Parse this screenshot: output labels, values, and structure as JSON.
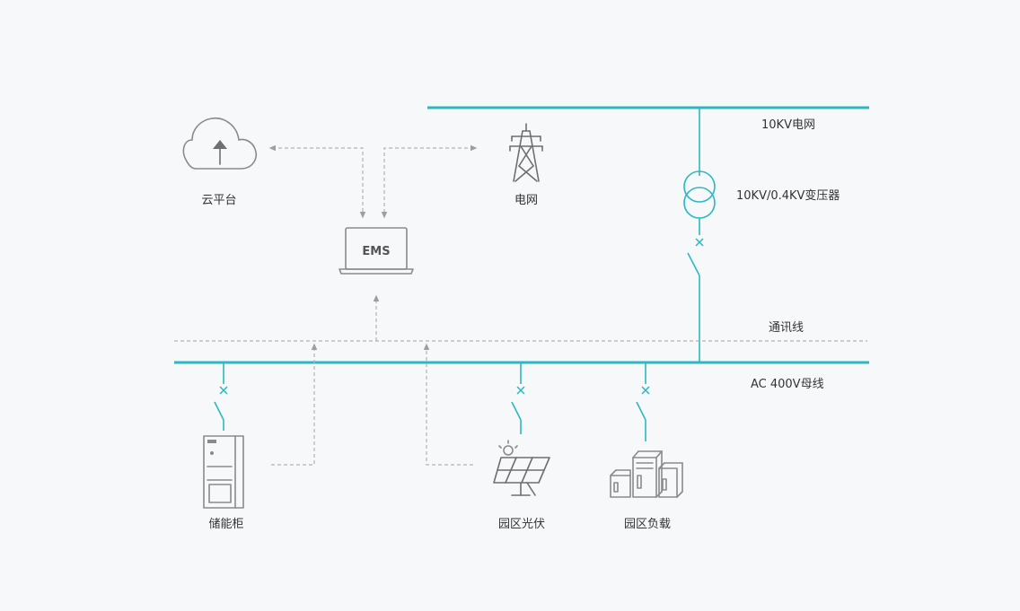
{
  "labels": {
    "cloud": "云平台",
    "grid": "电网",
    "ems": "EMS",
    "grid_10kv": "10KV电网",
    "transformer": "10KV/0.4KV变压器",
    "comm_line": "通讯线",
    "ac_bus": "AC 400V母线",
    "storage": "储能柜",
    "pv": "园区光伏",
    "load": "园区负载"
  },
  "colors": {
    "bus": "#2bb8c2",
    "comm_dashed": "#b3b3b3",
    "icon": "#8a8a8a",
    "text": "#333333",
    "background": "#f7f8fa"
  }
}
